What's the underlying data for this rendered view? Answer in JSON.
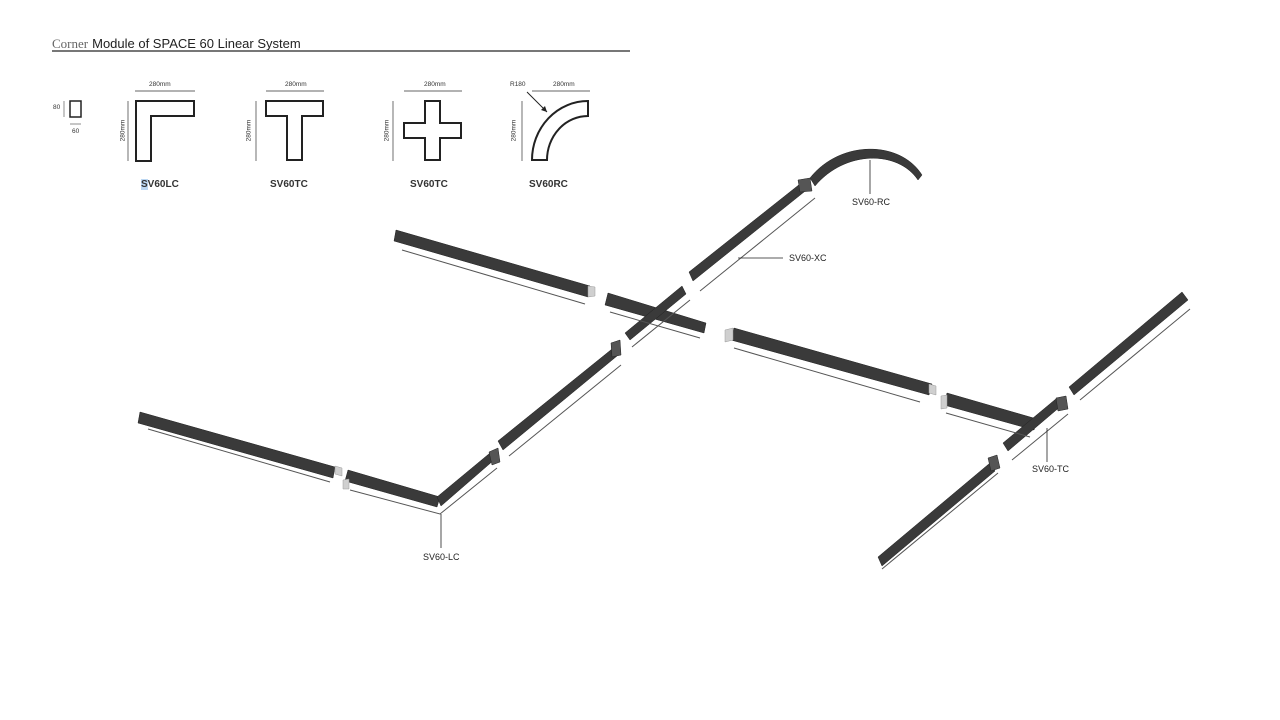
{
  "header": {
    "title_prefix": "Corner",
    "title_main": "Module of  SPACE 60 Linear System"
  },
  "profile": {
    "height": "80",
    "width": "60"
  },
  "modules": [
    {
      "code": "SV60LC",
      "width": "280mm",
      "height": "280mm"
    },
    {
      "code": "SV60TC",
      "width": "280mm",
      "height": "280mm"
    },
    {
      "code": "SV60TC",
      "width": "280mm",
      "height": "280mm"
    },
    {
      "code": "SV60RC",
      "width": "280mm",
      "height": "280mm",
      "radius": "R180"
    }
  ],
  "callouts": {
    "lc": "SV60-LC",
    "xc": "SV60-XC",
    "rc": "SV60-RC",
    "tc": "SV60-TC"
  },
  "colors": {
    "profile": "#3a3a3a",
    "profile_top": "#5a5a5a",
    "rule": "#777777",
    "highlight": "#bcd7f2"
  }
}
